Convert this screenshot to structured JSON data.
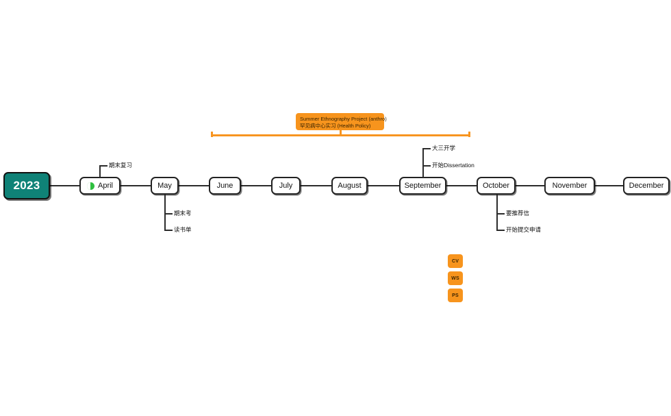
{
  "diagram": {
    "title_node": {
      "label": "2023",
      "color": "#0f8277"
    },
    "accent_color": "#f7941d",
    "rail_color": "#2b2b2b",
    "months": [
      {
        "label": "April",
        "icon": "moon-phase-icon"
      },
      {
        "label": "May",
        "icon": ""
      },
      {
        "label": "June",
        "icon": ""
      },
      {
        "label": "July",
        "icon": ""
      },
      {
        "label": "August",
        "icon": ""
      },
      {
        "label": "September",
        "icon": ""
      },
      {
        "label": "October",
        "icon": ""
      },
      {
        "label": "November",
        "icon": ""
      },
      {
        "label": "December",
        "icon": ""
      }
    ],
    "branches": [
      {
        "month": "April",
        "label": "期末复习"
      },
      {
        "month": "May",
        "label": "期末考"
      },
      {
        "month": "May",
        "label": "读书单"
      },
      {
        "month": "September",
        "label": "大三开学"
      },
      {
        "month": "September",
        "label": "开始Dissertation"
      },
      {
        "month": "October",
        "label": "要推荐信"
      },
      {
        "month": "October",
        "label": "开始提交申请"
      }
    ],
    "span_callout": {
      "line_1": "Summer Ethnography Project (anthro)",
      "line_2": "罕见病中心实习 (Health Policy)"
    },
    "doc_badges": [
      {
        "label": "CV"
      },
      {
        "label": "WS"
      },
      {
        "label": "PS"
      }
    ]
  }
}
